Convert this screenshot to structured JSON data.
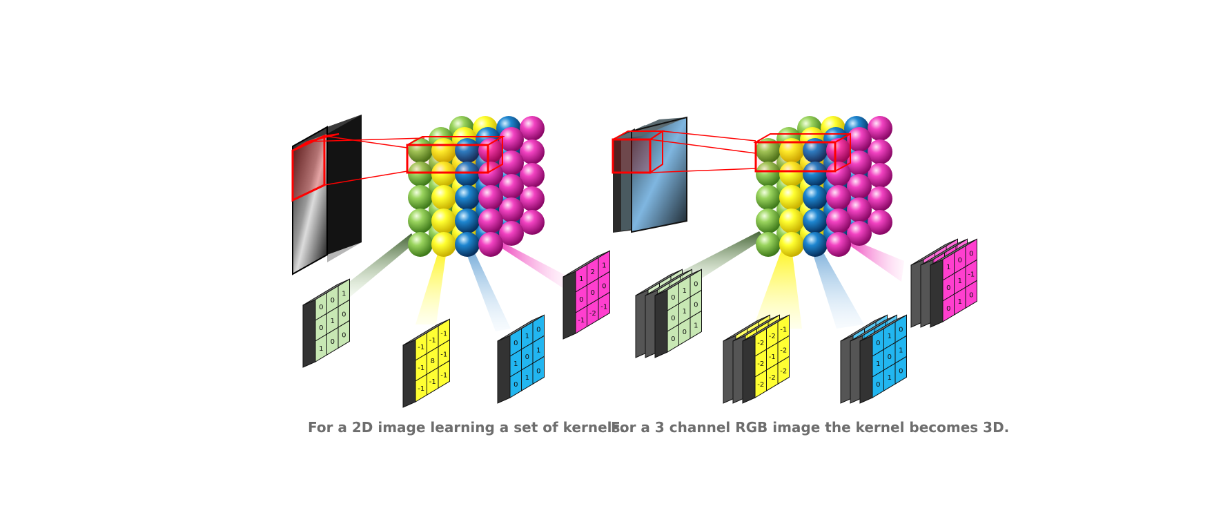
{
  "captions": {
    "left": "For a 2D image learning a set of kernels.",
    "right": "For a 3 channel RGB image the kernel becomes 3D."
  },
  "colors": {
    "green": "#7cc046",
    "yellow": "#fff200",
    "blue": "#0f6fb8",
    "magenta": "#ec2fb5",
    "highlight": "#ff0000",
    "kernel_green": "#c8e8b4",
    "kernel_yellow": "#ffff33",
    "kernel_blue": "#22b6f0",
    "kernel_magenta": "#ff3fcf"
  },
  "kernels_2d": {
    "green": [
      "0",
      "0",
      "1",
      "0",
      "1",
      "0",
      "1",
      "0",
      "0"
    ],
    "yellow": [
      "-1",
      "-1",
      "-1",
      "-1",
      "8",
      "-1",
      "-1",
      "-1",
      "-1"
    ],
    "blue": [
      "0",
      "1",
      "0",
      "1",
      "0",
      "1",
      "0",
      "1",
      "0"
    ],
    "magenta": [
      "1",
      "2",
      "1",
      "0",
      "0",
      "0",
      "-1",
      "-2",
      "-1"
    ]
  },
  "kernels_3d": {
    "green": [
      "0",
      "1",
      "0",
      "0",
      "1",
      "0",
      "0",
      "0",
      "1"
    ],
    "yellow": [
      "-2",
      "-2",
      "-1",
      "-2",
      "-1",
      "-2",
      "-2",
      "-2",
      "-2"
    ],
    "blue": [
      "0",
      "1",
      "0",
      "1",
      "0",
      "1",
      "0",
      "1",
      "0"
    ],
    "magenta": [
      "1",
      "0",
      "0",
      "0",
      "1",
      "-1",
      "0",
      "1",
      "0"
    ]
  }
}
